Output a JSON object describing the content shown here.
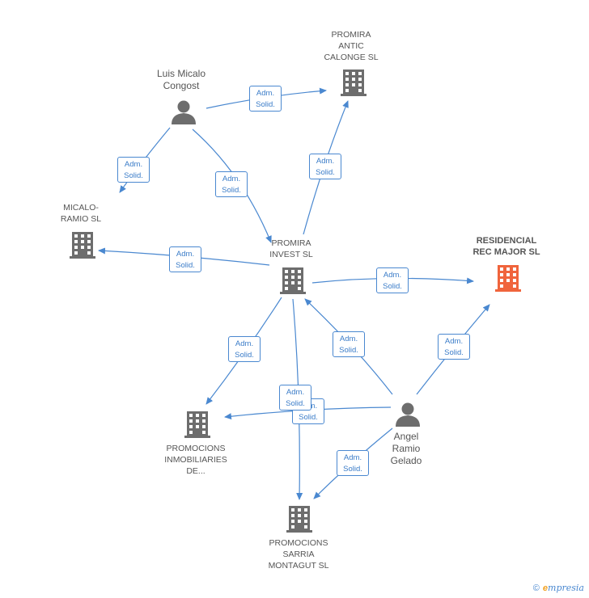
{
  "nodes": {
    "luis": {
      "label": [
        "Luis Micalo",
        "Congost"
      ],
      "kind": "person"
    },
    "angel": {
      "label": [
        "Angel",
        "Ramio",
        "Gelado"
      ],
      "kind": "person"
    },
    "antic": {
      "label": [
        "PROMIRA",
        "ANTIC",
        "CALONGE SL"
      ],
      "kind": "company"
    },
    "micalo": {
      "label": [
        "MICALO-",
        "RAMIO SL"
      ],
      "kind": "company"
    },
    "invest": {
      "label": [
        "PROMIRA",
        "INVEST SL"
      ],
      "kind": "company"
    },
    "residencial": {
      "label": [
        "RESIDENCIAL",
        "REC MAJOR SL"
      ],
      "kind": "company-focus"
    },
    "inmob": {
      "label": [
        "PROMOCIONS",
        "INMOBILIARIES",
        "DE..."
      ],
      "kind": "company"
    },
    "sarria": {
      "label": [
        "PROMOCIONS",
        "SARRIA",
        "MONTAGUT SL"
      ],
      "kind": "company"
    }
  },
  "edge_label": [
    "Adm.",
    "Solid."
  ],
  "colors": {
    "edge": "#4a88d0",
    "icon": "#6d6d6d",
    "focus": "#f0643c"
  },
  "footer": {
    "copyright": "©",
    "brand_initial": "e",
    "brand_rest": "mpresia"
  }
}
